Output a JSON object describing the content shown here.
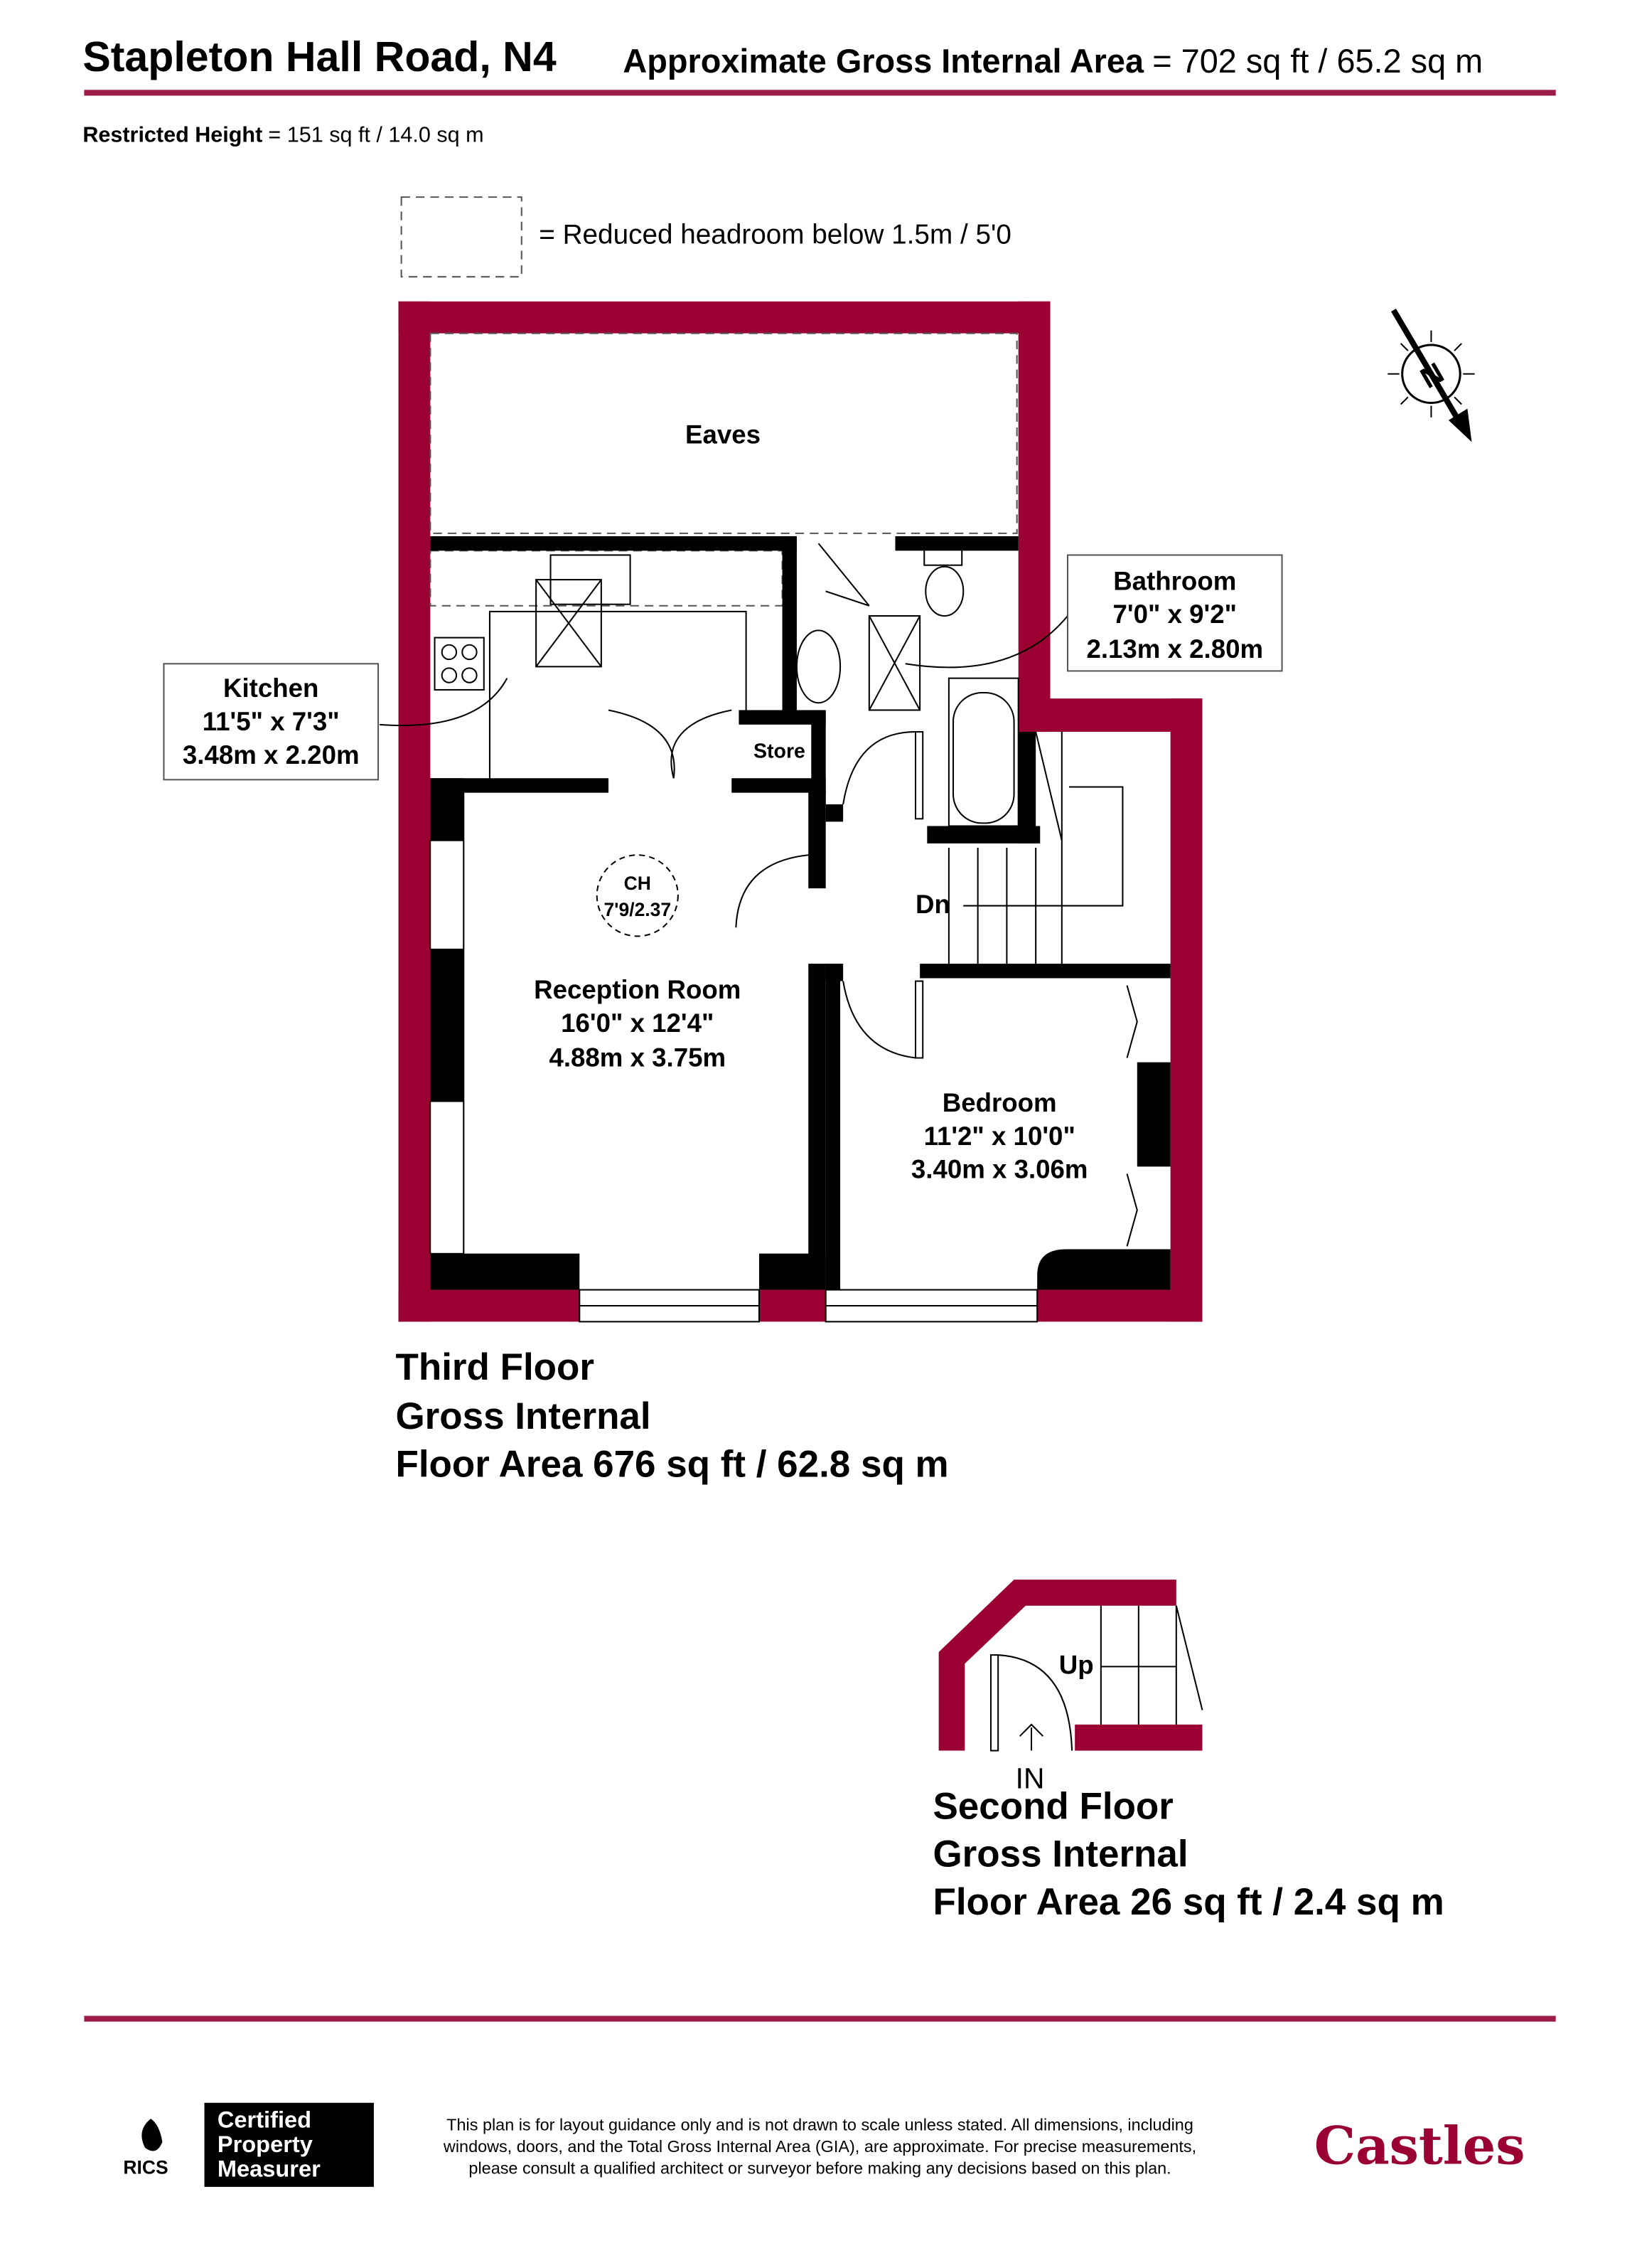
{
  "header": {
    "address": "Stapleton Hall Road, N4",
    "gia_label": "Approximate Gross Internal Area",
    "gia_value": "= 702 sq ft / 65.2 sq m",
    "restricted_label": "Restricted Height",
    "restricted_value": "= 151 sq ft / 14.0 sq m"
  },
  "legend": {
    "reduced_headroom": "= Reduced headroom below 1.5m / 5'0"
  },
  "colors": {
    "brand": "#9b0033",
    "wall": "#000000"
  },
  "compass": {
    "label": "N",
    "icon": "north-arrow-icon"
  },
  "third_floor": {
    "rooms": {
      "eaves": "Eaves",
      "kitchen": {
        "name": "Kitchen",
        "imperial": "11'5\" x 7'3\"",
        "metric": "3.48m x 2.20m"
      },
      "bathroom": {
        "name": "Bathroom",
        "imperial": "7'0\" x 9'2\"",
        "metric": "2.13m x 2.80m"
      },
      "store": "Store",
      "reception": {
        "name": "Reception Room",
        "imperial": "16'0\" x 12'4\"",
        "metric": "4.88m x 3.75m"
      },
      "bedroom": {
        "name": "Bedroom",
        "imperial": "11'2\" x 10'0\"",
        "metric": "3.40m x 3.06m"
      },
      "ceiling": {
        "label": "CH",
        "value": "7'9/2.37"
      },
      "stairs": "Dn"
    },
    "title": [
      "Third Floor",
      "Gross Internal",
      "Floor Area 676 sq ft / 62.8 sq m"
    ]
  },
  "second_floor": {
    "stairs": "Up",
    "entrance": "IN",
    "title": [
      "Second Floor",
      "Gross Internal",
      "Floor Area 26 sq ft / 2.4 sq m"
    ]
  },
  "footer": {
    "rics": "RICS",
    "certified": [
      "Certified",
      "Property",
      "Measurer"
    ],
    "disclaimer": [
      "This plan is for layout guidance only and is not drawn to scale unless stated. All dimensions, including",
      "windows, doors, and the Total Gross Internal Area (GIA), are approximate. For precise measurements,",
      "please consult a qualified architect or surveyor before making any decisions based on this plan."
    ],
    "brand": "Castles"
  }
}
